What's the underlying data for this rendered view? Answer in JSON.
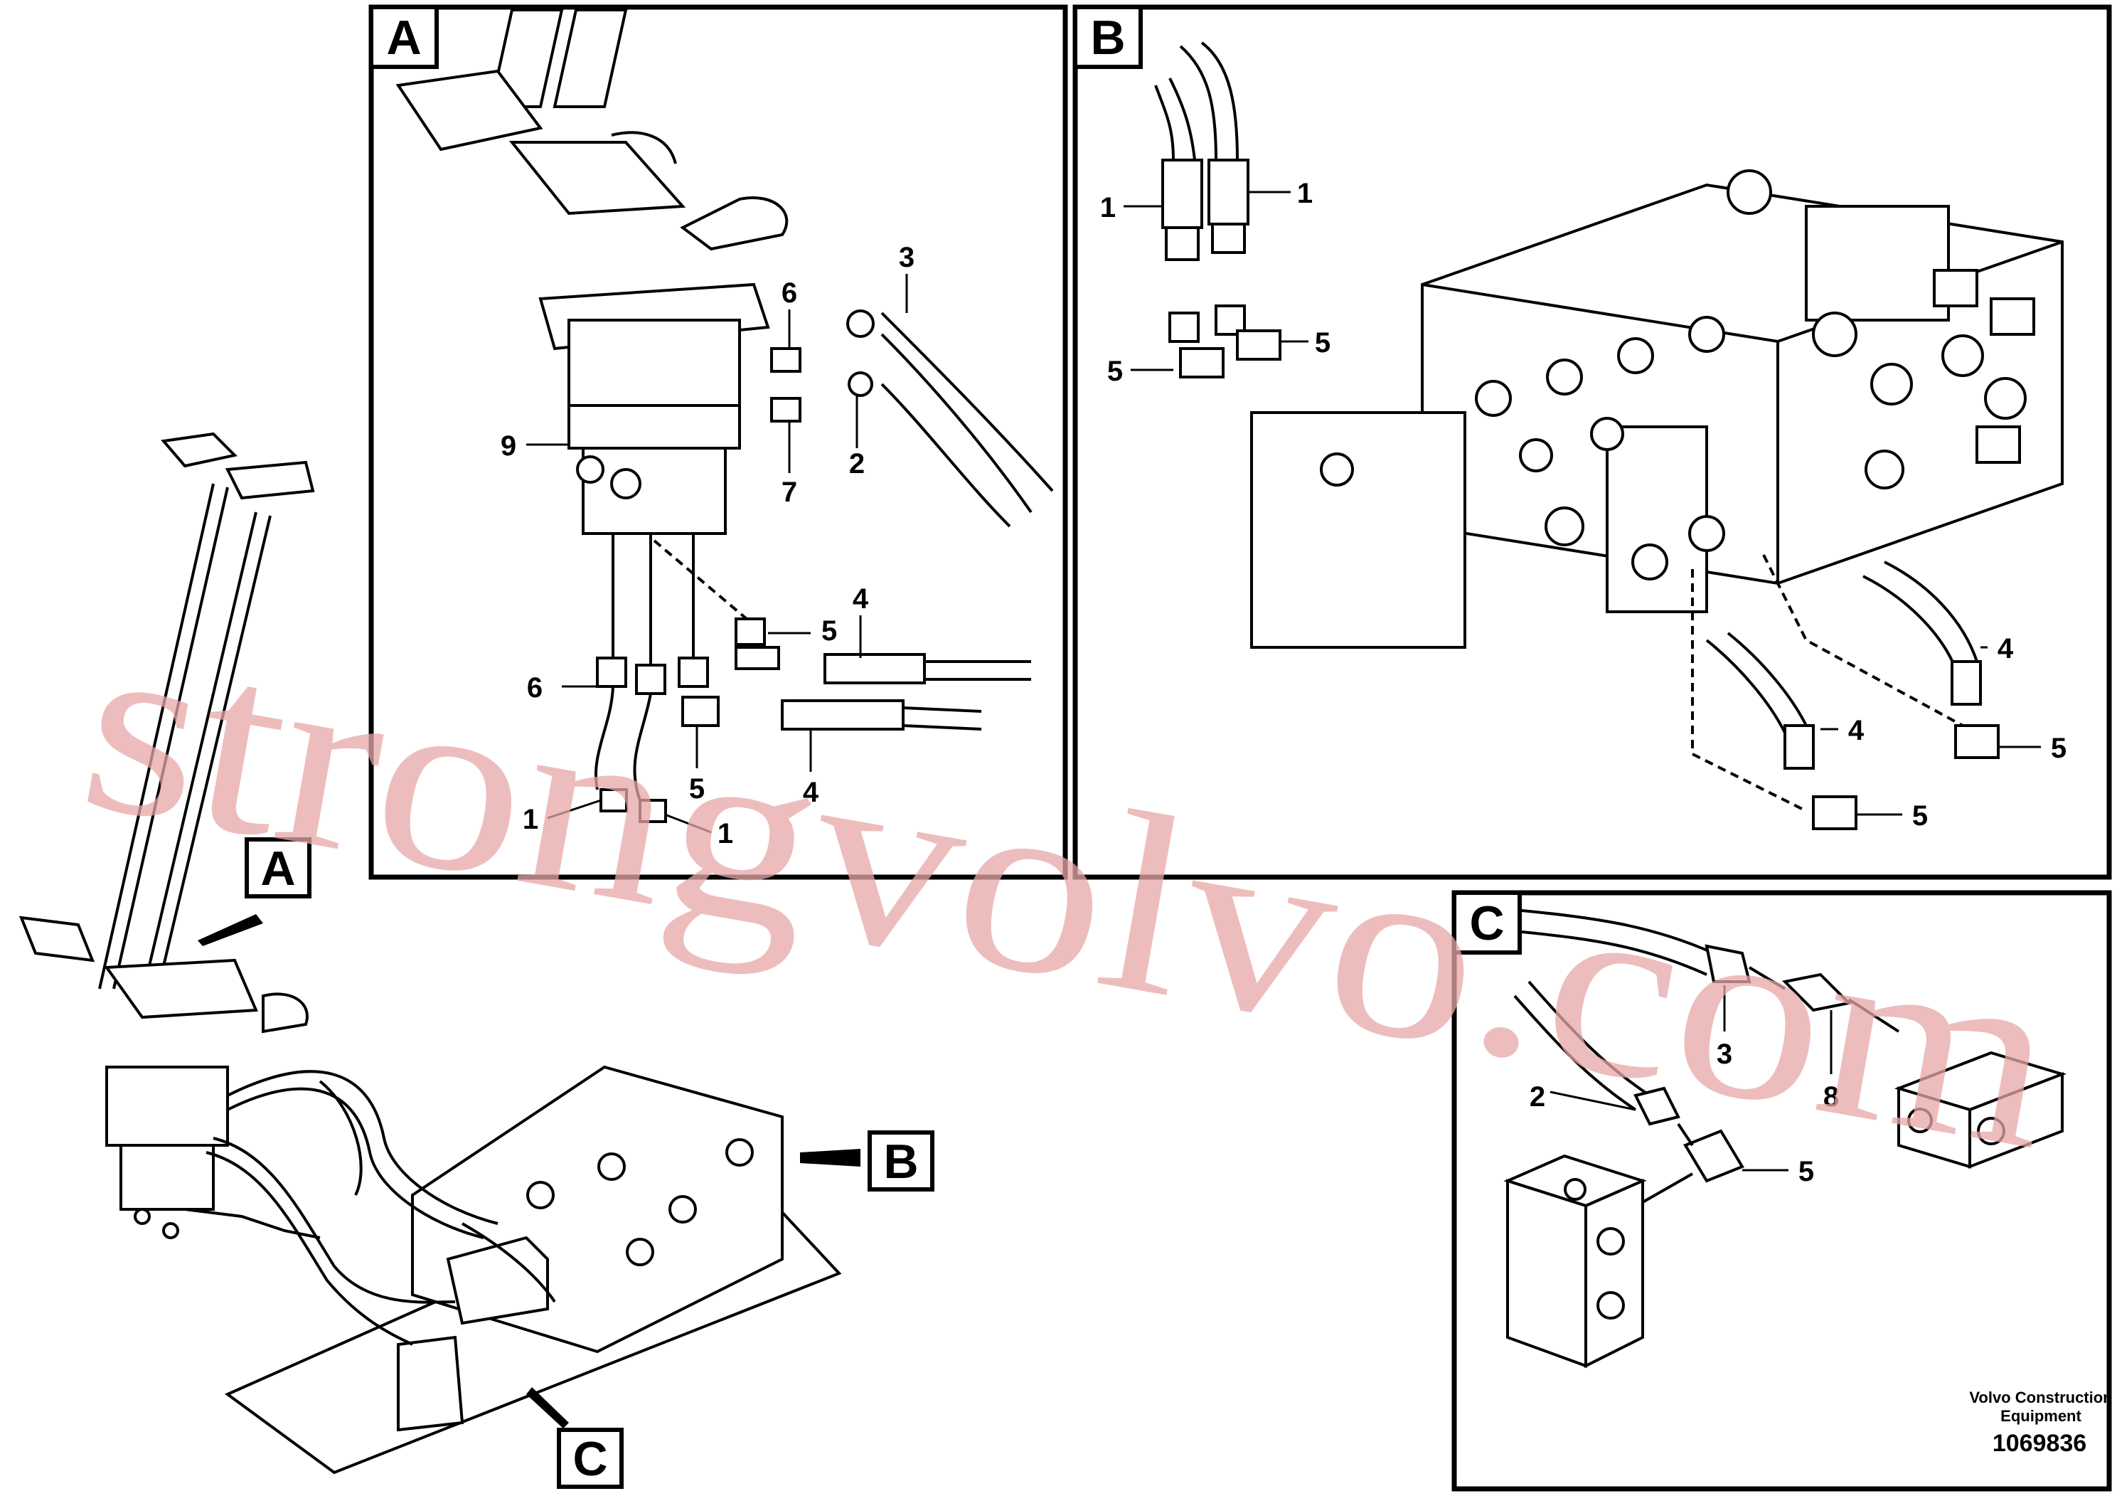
{
  "panels": {
    "a": {
      "letter": "A"
    },
    "b": {
      "letter": "B"
    },
    "c": {
      "letter": "C"
    }
  },
  "overview": {
    "callout_a": "A",
    "callout_b": "B",
    "callout_c": "C"
  },
  "labels_a": {
    "l3": "3",
    "l6_top": "6",
    "l9": "9",
    "l2": "2",
    "l7": "7",
    "l5_top": "5",
    "l4_top": "4",
    "l6_bottom": "6",
    "l5_bottom": "5",
    "l4_bottom": "4",
    "l1_left": "1",
    "l1_right": "1"
  },
  "labels_b": {
    "l1_left": "1",
    "l1_right": "1",
    "l5_right": "5",
    "l5_left": "5",
    "l4_right": "4",
    "l4_mid": "4",
    "l5_lower_right": "5",
    "l5_lower_mid": "5"
  },
  "labels_c": {
    "l3": "3",
    "l8": "8",
    "l2": "2",
    "l5": "5"
  },
  "watermark": "strongvolvo.com",
  "footer": {
    "company_line1": "Volvo Construction",
    "company_line2": "Equipment",
    "doc_number": "1069836"
  }
}
